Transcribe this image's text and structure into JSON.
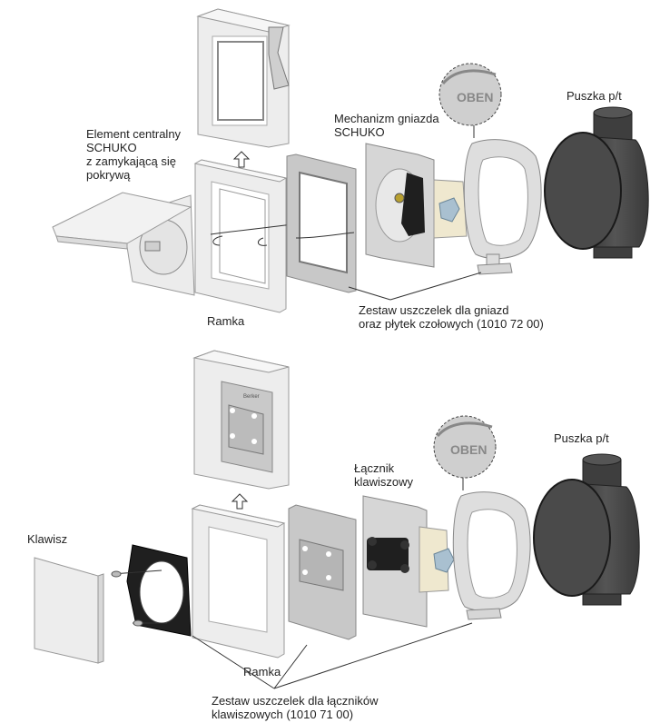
{
  "diagram": {
    "title": "Exploded view: SCHUKO socket and rocker switch assembly",
    "colors": {
      "frame_light": "#ececec",
      "frame_edge": "#9a9a9a",
      "plate_gray": "#bdbdbd",
      "box_dark": "#4a4a4a",
      "mechanism_black": "#1f1f1f",
      "mechanism_cream": "#efe8cf",
      "gasket_blue": "#a9c0d0",
      "leader_line": "#333333"
    },
    "top_assembly": {
      "labels": {
        "central_element": "Element centralny\nSCHUKO\nz zamykającą się\npokrywą",
        "mechanism": "Mechanizm gniazda\nSCHUKO",
        "box": "Puszka p/t",
        "frame": "Ramka",
        "seal_kit": "Zestaw uszczelek dla gniazd\noraz płytek czołowych (1010 72 00)"
      },
      "oben_text": "OBEN"
    },
    "bottom_assembly": {
      "labels": {
        "switch": "Łącznik\nklawiszowy",
        "box": "Puszka p/t",
        "rocker": "Klawisz",
        "frame": "Ramka",
        "seal_kit": "Zestaw uszczelek dla łączników\nklawiszowych (1010 71 00)"
      },
      "oben_text": "OBEN",
      "plate_brand": "Berker"
    }
  }
}
